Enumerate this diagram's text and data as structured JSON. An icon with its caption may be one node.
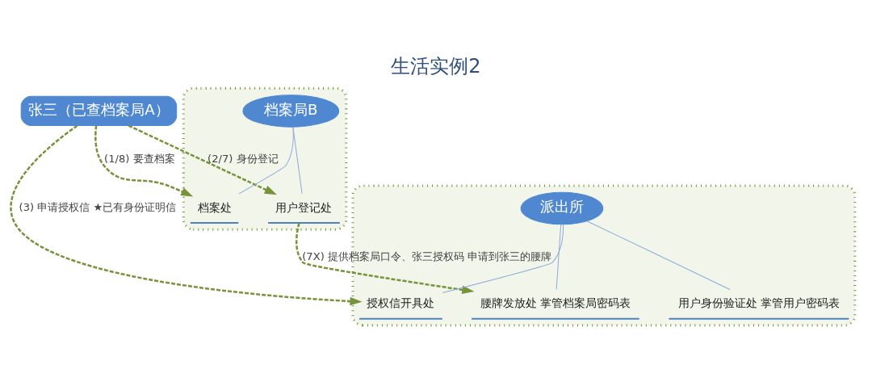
{
  "diagram": {
    "title": "生活实例2",
    "nodes": [
      {
        "text": [
          "张三（已查档案局A）"
        ]
      },
      {
        "text": [],
        "shape": "box"
      },
      {
        "text": [
          "档案局B"
        ],
        "in": 1
      },
      {
        "text": [
          "档案处"
        ],
        "in": 1
      },
      {
        "text": [
          "用户登记处"
        ],
        "in": 1
      },
      {
        "text": [],
        "shape": "box"
      },
      {
        "text": [
          "派出所"
        ],
        "in": 5
      },
      {
        "text": [
          "授权信开具处"
        ],
        "in": 5
      },
      {
        "text": [
          "腰牌发放处 掌管档案局密码表"
        ],
        "in": 5
      },
      {
        "text": [
          "用户身份验证处 掌管用户密码表"
        ],
        "in": 5
      }
    ],
    "edges": [
      {
        "from": 0,
        "to": 3,
        "arrow": "to",
        "label": "(1/8) 要查档案",
        "style": "dashed",
        "color": "#77933c"
      },
      {
        "from": 0,
        "to": 4,
        "arrow": "to",
        "label": "(2/7) 身份登记",
        "style": "dashed",
        "color": "#77933c"
      },
      {
        "from": 0,
        "to": 7,
        "arrow": "to",
        "label": "(3) 申请授权信 ★已有身份证明信",
        "style": "dashed",
        "color": "#77933c"
      },
      {
        "from": 4,
        "to": 8,
        "arrow": "to",
        "label": "(7X) 提供档案局口令、张三授权码 申请到张三的腰牌",
        "style": "dashed",
        "color": "#77933c"
      },
      {
        "from": 2,
        "to": 3,
        "arrow": "none"
      },
      {
        "from": 2,
        "to": 4,
        "arrow": "none"
      },
      {
        "from": 6,
        "to": 7,
        "arrow": "none"
      },
      {
        "from": 6,
        "to": 8,
        "arrow": "none"
      },
      {
        "from": 6,
        "to": 9,
        "arrow": "none"
      }
    ]
  }
}
